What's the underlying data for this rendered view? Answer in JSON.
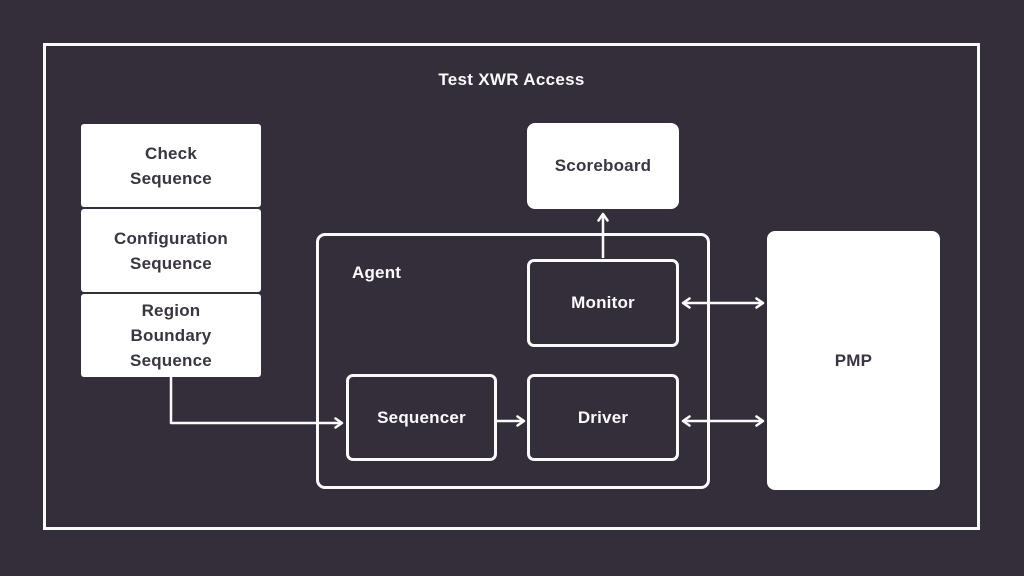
{
  "colors": {
    "background": "#342E3A",
    "foreground": "#FBFAFB",
    "box_fill": "#FFFFFF",
    "dark_text": "#3B3542"
  },
  "diagram": {
    "title": "Test XWR Access",
    "sequences": [
      {
        "label": "Check\nSequence"
      },
      {
        "label": "Configuration\nSequence"
      },
      {
        "label": "Region\nBoundary\nSequence"
      }
    ],
    "scoreboard": {
      "label": "Scoreboard"
    },
    "agent": {
      "label": "Agent",
      "monitor": {
        "label": "Monitor"
      },
      "sequencer": {
        "label": "Sequencer"
      },
      "driver": {
        "label": "Driver"
      }
    },
    "pmp": {
      "label": "PMP"
    },
    "connections": [
      {
        "from": "sequences",
        "to": "sequencer",
        "direction": "one-way"
      },
      {
        "from": "sequencer",
        "to": "driver",
        "direction": "one-way"
      },
      {
        "from": "monitor",
        "to": "pmp",
        "direction": "two-way"
      },
      {
        "from": "driver",
        "to": "pmp",
        "direction": "two-way"
      },
      {
        "from": "monitor",
        "to": "scoreboard",
        "direction": "one-way"
      }
    ]
  }
}
